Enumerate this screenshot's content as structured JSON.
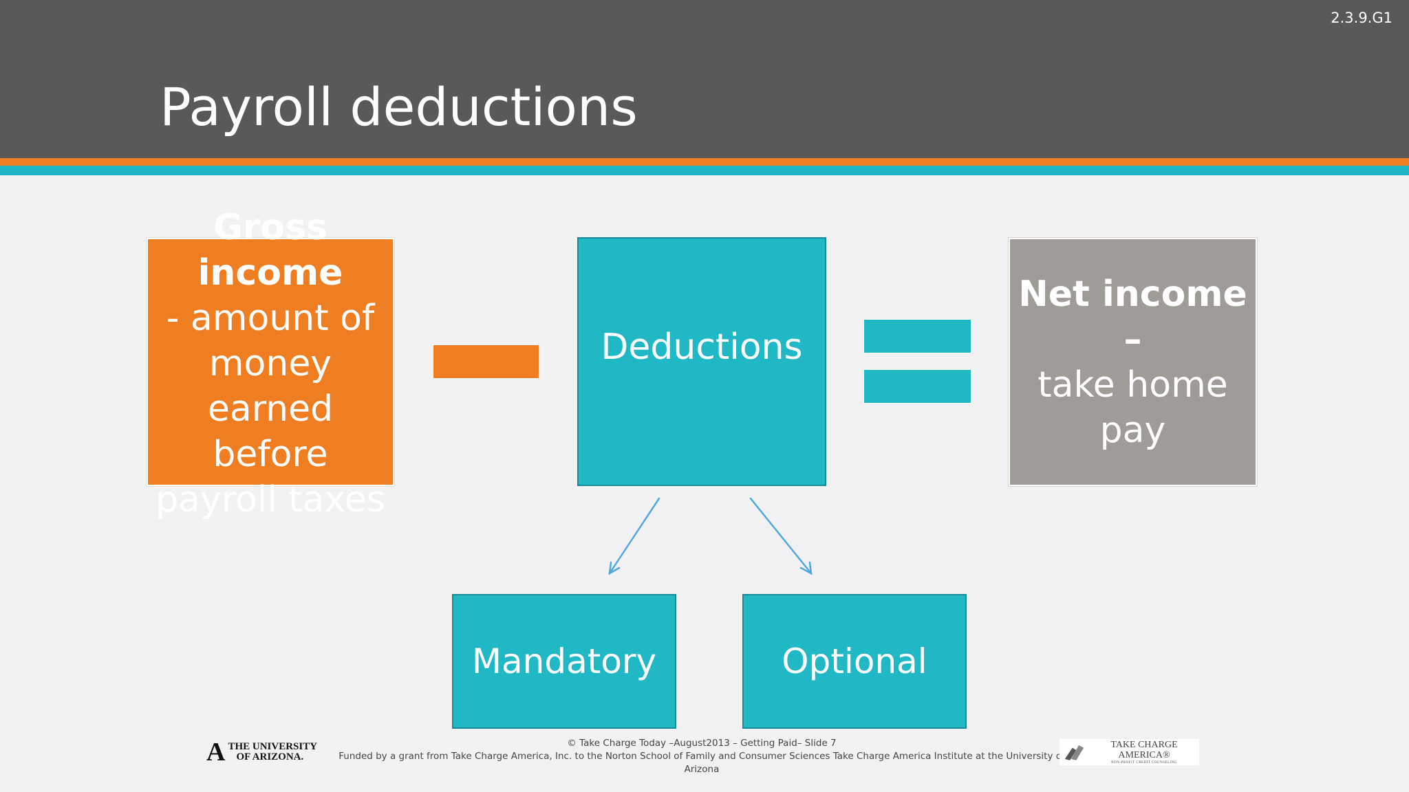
{
  "header": {
    "slide_id": "2.3.9.G1",
    "title": "Payroll deductions"
  },
  "diagram": {
    "gross": {
      "bold_lines": [
        "Gross income"
      ],
      "lines": [
        "-  amount of",
        "money",
        "earned before",
        "payroll taxes"
      ]
    },
    "deductions": "Deductions",
    "net": {
      "bold_lines": [
        "Net income –"
      ],
      "lines": [
        "take home",
        "pay"
      ]
    },
    "mandatory": "Mandatory",
    "optional": "Optional"
  },
  "footer": {
    "line1": "© Take Charge Today –August2013 – Getting Paid– Slide 7",
    "line2": "Funded by a grant from Take Charge America, Inc. to the Norton School of Family and Consumer Sciences  Take Charge America Institute at the University of Arizona"
  },
  "logos": {
    "university": {
      "mark": "A",
      "line1": "THE UNIVERSITY",
      "line2": "OF ARIZONA."
    },
    "tca": {
      "name": "TAKE CHARGE AMERICA®",
      "tagline": "NON-PROFIT CREDIT COUNSELING"
    }
  },
  "colors": {
    "header": "#595959",
    "orange": "#ef7e22",
    "teal": "#21b8c6",
    "gray": "#9f9b96",
    "arrow": "#4fa8df"
  }
}
